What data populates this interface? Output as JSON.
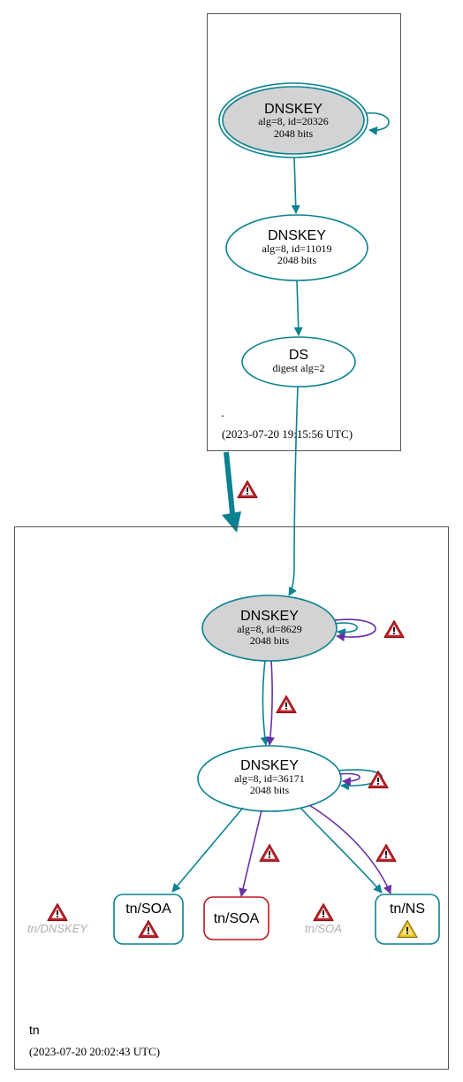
{
  "colors": {
    "teal": "#0a8291",
    "purple": "#6a2fa6",
    "error_red": "#b8191f",
    "warn_yellow": "#e8c21a",
    "ksk_fill": "#d3d3d3",
    "ghost_text": "#b0b0b0",
    "cluster_border": "#555555"
  },
  "root_zone": {
    "name": ".",
    "timestamp": "(2023-07-20 19:15:56 UTC)",
    "ksk": {
      "title": "DNSKEY",
      "line1": "alg=8, id=20326",
      "line2": "2048 bits"
    },
    "zsk": {
      "title": "DNSKEY",
      "line1": "alg=8, id=11019",
      "line2": "2048 bits"
    },
    "ds": {
      "title": "DS",
      "line1": "digest alg=2"
    }
  },
  "tn_zone": {
    "name": "tn",
    "timestamp": "(2023-07-20 20:02:43 UTC)",
    "ksk": {
      "title": "DNSKEY",
      "line1": "alg=8, id=8629",
      "line2": "2048 bits"
    },
    "zsk": {
      "title": "DNSKEY",
      "line1": "alg=8, id=36171",
      "line2": "2048 bits"
    },
    "soa_teal": {
      "label": "tn/SOA"
    },
    "soa_red": {
      "label": "tn/SOA"
    },
    "ns": {
      "label": "tn/NS"
    },
    "ghost_dnskey": {
      "label": "tn/DNSKEY"
    },
    "ghost_soa": {
      "label": "tn/SOA"
    }
  },
  "icons": {
    "error": "warning-triangle-red",
    "warning": "warning-triangle-yellow"
  }
}
